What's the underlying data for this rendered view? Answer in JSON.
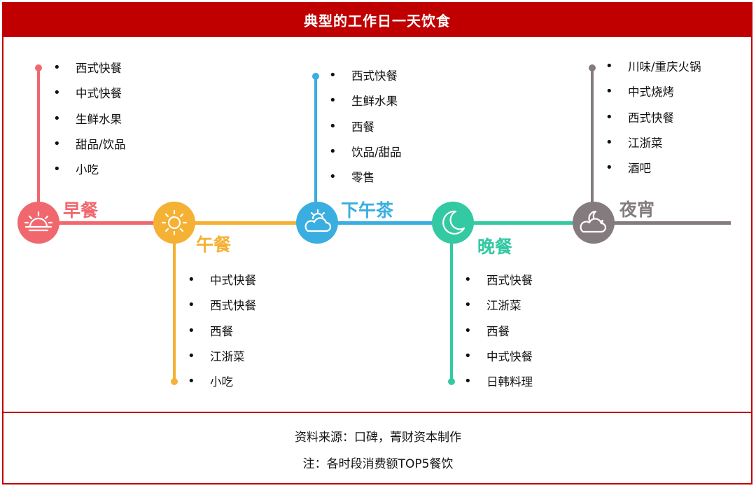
{
  "title": "典型的工作日一天饮食",
  "footer": {
    "source": "资料来源：口碑，菁财资本制作",
    "note": "注：各时段消费额TOP5餐饮"
  },
  "meals": [
    {
      "name": "早餐",
      "color": "#f0686e",
      "icon": "sunrise-icon",
      "items": [
        "西式快餐",
        "中式快餐",
        "生鲜水果",
        "甜品/饮品",
        "小吃"
      ]
    },
    {
      "name": "午餐",
      "color": "#f4b133",
      "icon": "sun-icon",
      "items": [
        "中式快餐",
        "西式快餐",
        "西餐",
        "江浙菜",
        "小吃"
      ]
    },
    {
      "name": "下午茶",
      "color": "#3aaee0",
      "icon": "sun-cloud-icon",
      "items": [
        "西式快餐",
        "生鲜水果",
        "西餐",
        "饮品/甜品",
        "零售"
      ]
    },
    {
      "name": "晚餐",
      "color": "#33c9a2",
      "icon": "moon-icon",
      "items": [
        "西式快餐",
        "江浙菜",
        "西餐",
        "中式快餐",
        "日韩料理"
      ]
    },
    {
      "name": "夜宵",
      "color": "#847b7f",
      "icon": "moon-cloud-icon",
      "items": [
        "川味/重庆火锅",
        "中式烧烤",
        "西式快餐",
        "江浙菜",
        "酒吧"
      ]
    }
  ]
}
